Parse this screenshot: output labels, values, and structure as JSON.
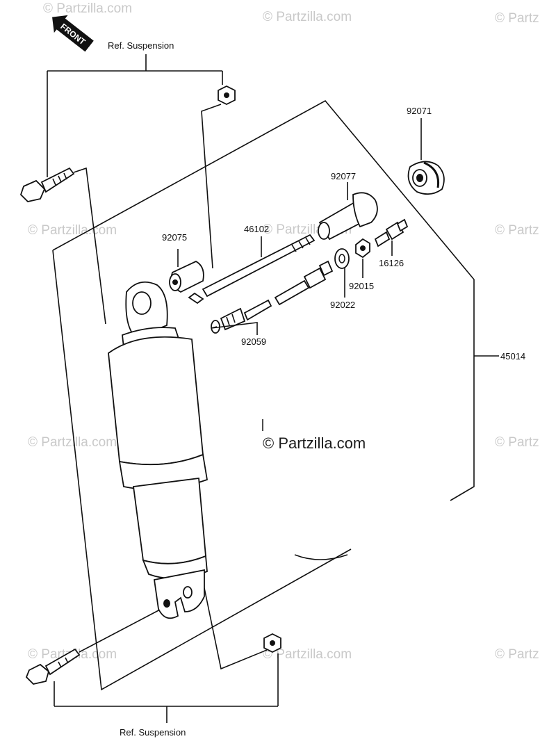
{
  "front_badge": "FRONT",
  "ref_top": "Ref. Suspension",
  "ref_bottom": "Ref.  Suspension",
  "parts": {
    "p92071": "92071",
    "p92077": "92077",
    "p92075": "92075",
    "p46102": "46102",
    "p16126": "16126",
    "p92015": "92015",
    "p92022": "92022",
    "p92059": "92059",
    "p45014": "45014"
  },
  "watermark": "© Partzilla.com",
  "watermark_edge": "© Partz",
  "watermark_center": "© Partzilla.com"
}
